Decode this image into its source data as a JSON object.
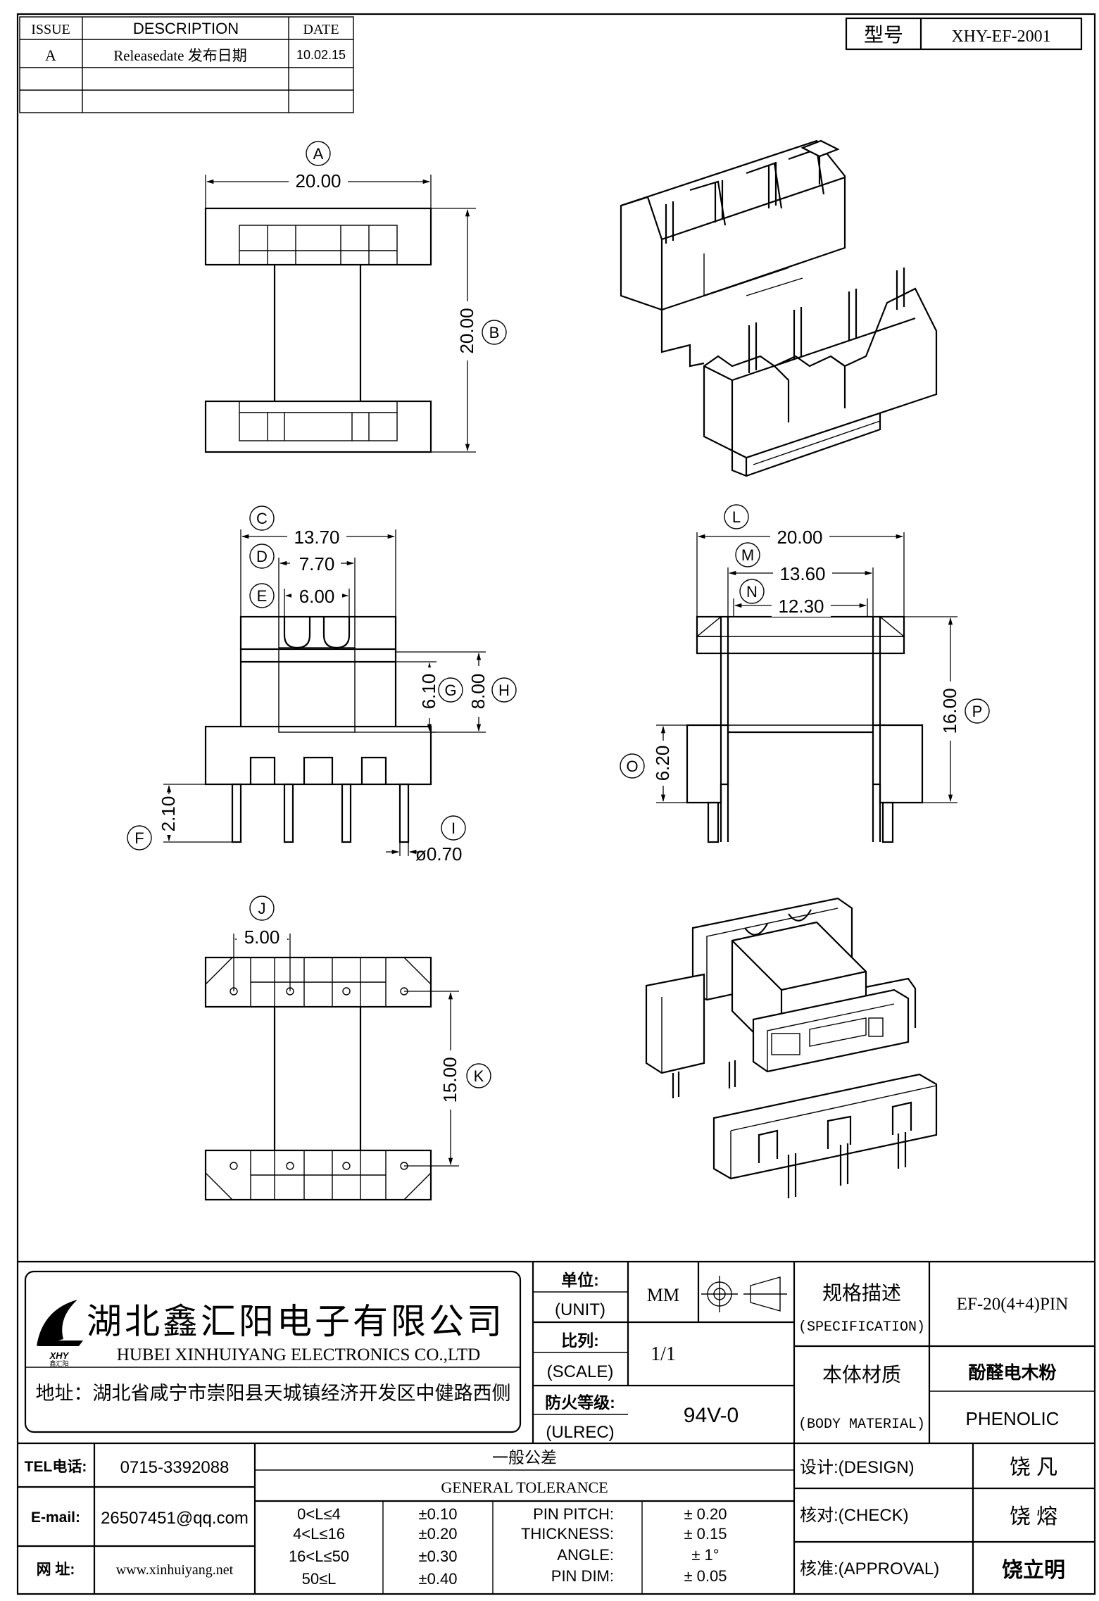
{
  "revision": {
    "headers": {
      "issue": "ISSUE",
      "description": "DESCRIPTION",
      "date": "DATE"
    },
    "rows": [
      {
        "issue": "A",
        "description": "Releasedate 发布日期",
        "date": "10.02.15"
      },
      {
        "issue": "",
        "description": "",
        "date": ""
      },
      {
        "issue": "",
        "description": "",
        "date": ""
      }
    ]
  },
  "model": {
    "label": "型号",
    "value": "XHY-EF-2001"
  },
  "dims": {
    "A": {
      "letter": "A",
      "value": "20.00"
    },
    "B": {
      "letter": "B",
      "value": "20.00"
    },
    "C": {
      "letter": "C",
      "value": "13.70"
    },
    "D": {
      "letter": "D",
      "value": "7.70"
    },
    "E": {
      "letter": "E",
      "value": "6.00"
    },
    "F": {
      "letter": "F",
      "value": "2.10"
    },
    "G": {
      "letter": "G",
      "value": "6.10"
    },
    "H": {
      "letter": "H",
      "value": "8.00"
    },
    "I": {
      "letter": "I",
      "value": "ø0.70"
    },
    "J": {
      "letter": "J",
      "value": "5.00"
    },
    "K": {
      "letter": "K",
      "value": "15.00"
    },
    "L": {
      "letter": "L",
      "value": "20.00"
    },
    "M": {
      "letter": "M",
      "value": "13.60"
    },
    "N": {
      "letter": "N",
      "value": "12.30"
    },
    "O": {
      "letter": "O",
      "value": "6.20"
    },
    "P": {
      "letter": "P",
      "value": "16.00"
    }
  },
  "company": {
    "name_cn": "湖北鑫汇阳电子有限公司",
    "name_en": "HUBEI XINHUIYANG ELECTRONICS CO.,LTD",
    "address": "地址：湖北省咸宁市崇阳县天城镇经济开发区中健路西侧",
    "logo_text": "XHY",
    "logo_sub": "鑫汇阳"
  },
  "info": {
    "unit_cn": "单位:",
    "unit_en": "(UNIT)",
    "unit_value": "MM",
    "scale_cn": "比列:",
    "scale_en": "(SCALE)",
    "scale_value": "1/1",
    "ulrec_cn": "防火等级:",
    "ulrec_en": "(ULREC)",
    "ulrec_value": "94V-0",
    "spec_cn": "规格描述",
    "spec_en": "(SPECIFICATION)",
    "spec_value": "EF-20(4+4)PIN",
    "material_cn": "本体材质",
    "material_en": "(BODY MATERIAL)",
    "material_value_cn": "酚醛电木粉",
    "material_value_en": "PHENOLIC"
  },
  "contact": {
    "tel_label": "TEL电话:",
    "tel": "0715-3392088",
    "email_label": "E-mail:",
    "email": "26507451@qq.com",
    "web_label": "网 址:",
    "web": "www.xinhuiyang.net"
  },
  "tolerance": {
    "title_cn": "一般公差",
    "title_en": "GENERAL TOLERANCE",
    "ranges": [
      {
        "range": "0<L≤4",
        "tol": "±0.10"
      },
      {
        "range": "4<L≤16",
        "tol": "±0.20"
      },
      {
        "range": "16<L≤50",
        "tol": "±0.30"
      },
      {
        "range": "50≤L",
        "tol": "±0.40"
      }
    ],
    "items": [
      {
        "name": "PIN PITCH:",
        "tol": "± 0.20"
      },
      {
        "name": "THICKNESS:",
        "tol": "± 0.15"
      },
      {
        "name": "ANGLE:",
        "tol": "± 1°"
      },
      {
        "name": "PIN DIM:",
        "tol": "± 0.05"
      }
    ]
  },
  "signoff": {
    "design_label": "设计:(DESIGN)",
    "design_name": "饶 凡",
    "check_label": "核对:(CHECK)",
    "check_name": "饶 熔",
    "approval_label": "核准:(APPROVAL)",
    "approval_name": "饶立明"
  }
}
